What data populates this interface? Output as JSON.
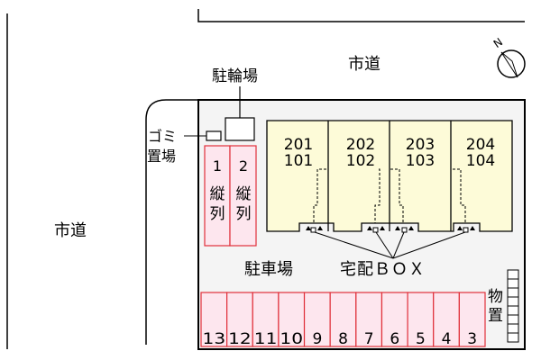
{
  "roads": {
    "top": "市道",
    "left": "市道"
  },
  "compass": {
    "label": "N"
  },
  "bicycle_parking": "駐輪場",
  "garbage": {
    "line1": "ゴミ",
    "line2": "置場"
  },
  "tandem_spaces": [
    {
      "number": "1",
      "line1": "縦",
      "line2": "列"
    },
    {
      "number": "2",
      "line1": "縦",
      "line2": "列"
    }
  ],
  "units": [
    {
      "upper": "201",
      "lower": "101"
    },
    {
      "upper": "202",
      "lower": "102"
    },
    {
      "upper": "203",
      "lower": "103"
    },
    {
      "upper": "204",
      "lower": "104"
    }
  ],
  "parking_label": "駐車場",
  "delivery_box_label": "宅配ＢＯＸ",
  "storage": {
    "line1": "物",
    "line2": "置"
  },
  "parking_spaces": [
    "13",
    "12",
    "11",
    "10",
    "9",
    "8",
    "7",
    "6",
    "5",
    "4",
    "3"
  ],
  "colors": {
    "lot": "#f4f4f4",
    "building": "#fdfbd8",
    "space_fill": "#fde6ee",
    "space_border": "#e0303a"
  }
}
